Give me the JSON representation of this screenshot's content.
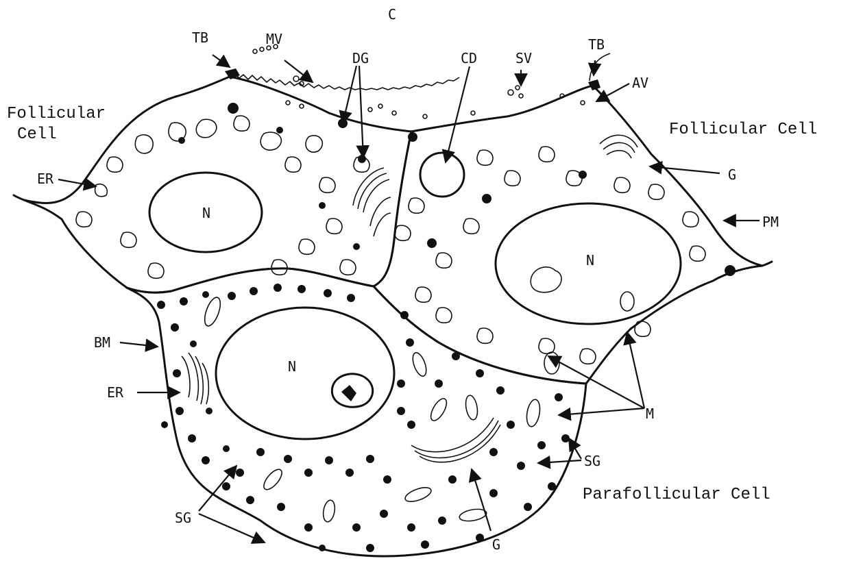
{
  "diagram": {
    "panel_letter": "C",
    "cell_names": {
      "follicular_left_line1": "Follicular",
      "follicular_left_line2": "Cell",
      "follicular_right": "Follicular Cell",
      "parafollicular": "Parafollicular Cell"
    },
    "labels": {
      "tb": "TB",
      "mv": "MV",
      "dg": "DG",
      "cd": "CD",
      "sv": "SV",
      "av": "AV",
      "er": "ER",
      "g": "G",
      "pm": "PM",
      "n": "N",
      "bm": "BM",
      "m": "M",
      "sg": "SG"
    },
    "colors": {
      "ink": "#111111",
      "paper": "#ffffff"
    }
  }
}
